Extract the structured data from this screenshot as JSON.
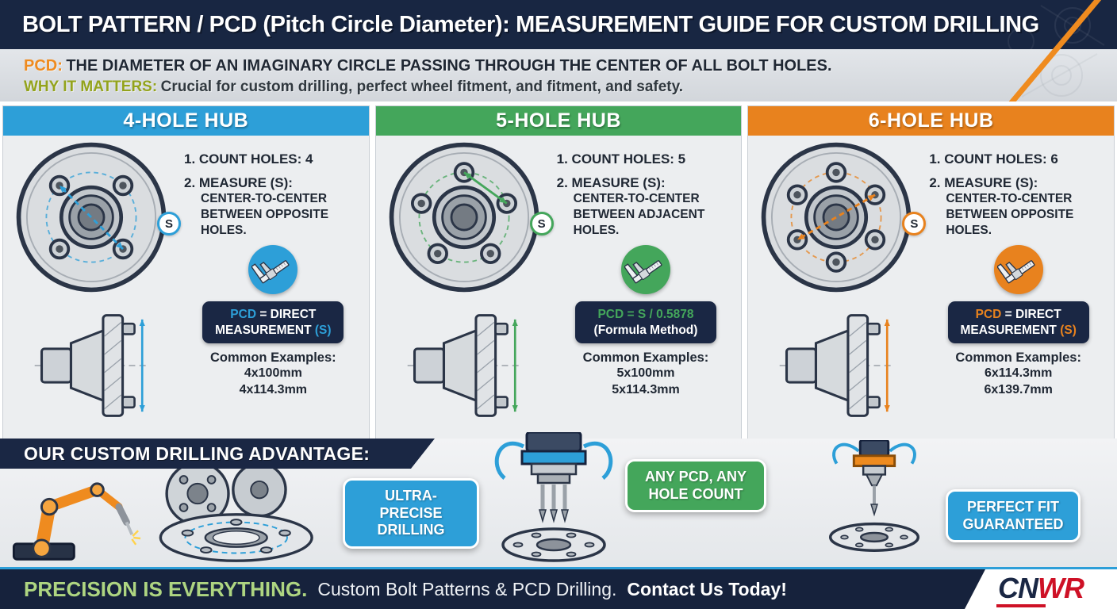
{
  "header": {
    "title": "BOLT PATTERN / PCD (Pitch Circle Diameter): MEASUREMENT GUIDE FOR CUSTOM DRILLING"
  },
  "intro": {
    "pcd_label": "PCD:",
    "pcd_text": "THE DIAMETER OF AN IMAGINARY CIRCLE PASSING THROUGH THE CENTER OF ALL BOLT HOLES.",
    "why_label": "WHY IT MATTERS:",
    "why_text": "Crucial for custom drilling, perfect wheel fitment, and fitment, and safety."
  },
  "columns": [
    {
      "title": "4-HOLE HUB",
      "accent": "#2D9FD8",
      "holes": 4,
      "s_label": "S",
      "step1": "1. COUNT HOLES: 4",
      "step2_label": "2. MEASURE (S):",
      "step2_text": "CENTER-TO-CENTER BETWEEN OPPOSITE HOLES.",
      "badge_accent_part": "PCD",
      "badge_line1_rest": " = DIRECT",
      "badge_line2": "MEASUREMENT",
      "badge_line2_accent": "(S)",
      "examples_label": "Common Examples:",
      "examples": [
        "4x100mm",
        "4x114.3mm"
      ]
    },
    {
      "title": "5-HOLE HUB",
      "accent": "#44A65B",
      "holes": 5,
      "s_label": "S",
      "step1": "1. COUNT HOLES: 5",
      "step2_label": "2. MEASURE (S):",
      "step2_text": "CENTER-TO-CENTER BETWEEN ADJACENT HOLES.",
      "badge_accent_part": "PCD = S / 0.5878",
      "badge_line1_rest": "",
      "badge_line2": "(Formula Method)",
      "badge_line2_accent": "",
      "examples_label": "Common Examples:",
      "examples": [
        "5x100mm",
        "5x114.3mm"
      ]
    },
    {
      "title": "6-HOLE HUB",
      "accent": "#E8821E",
      "holes": 6,
      "s_label": "S",
      "step1": "1. COUNT HOLES: 6",
      "step2_label": "2. MEASURE (S):",
      "step2_text": "CENTER-TO-CENTER BETWEEN OPPOSITE HOLES.",
      "badge_accent_part": "PCD",
      "badge_line1_rest": " = DIRECT",
      "badge_line2": "MEASUREMENT",
      "badge_line2_accent": "(S)",
      "examples_label": "Common Examples:",
      "examples": [
        "6x114.3mm",
        "6x139.7mm"
      ]
    }
  ],
  "advantage": {
    "title": "OUR CUSTOM DRILLING ADVANTAGE:",
    "bubbles": [
      {
        "text": "ULTRA-PRECISE DRILLING",
        "color": "#2D9FD8"
      },
      {
        "text": "ANY PCD, ANY HOLE COUNT",
        "color": "#44A65B"
      },
      {
        "text": "PERFECT FIT GUARANTEED",
        "color": "#2D9FD8"
      }
    ]
  },
  "footer": {
    "highlight": "PRECISION IS EVERYTHING.",
    "text": "Custom Bolt Patterns & PCD Drilling.",
    "cta": "Contact Us Today!",
    "logo_part1": "CN",
    "logo_part2": "WR"
  },
  "colors": {
    "navy": "#1A2744",
    "blue": "#2D9FD8",
    "green": "#44A65B",
    "orange": "#E8821E",
    "red": "#CE1126"
  }
}
